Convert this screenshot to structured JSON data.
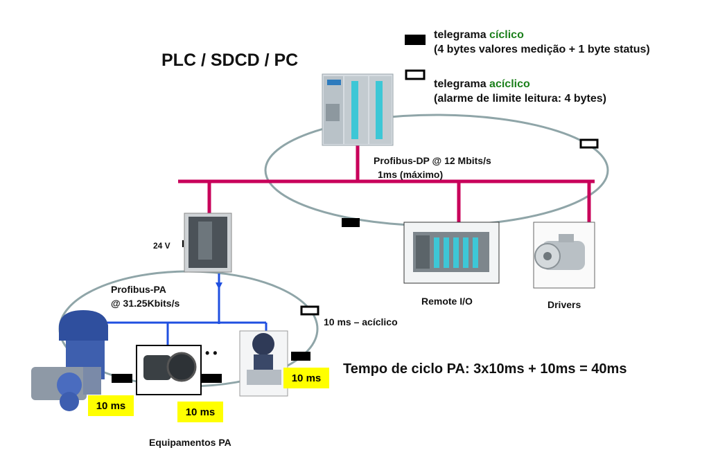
{
  "title": "PLC / SDCD / PC",
  "legend": {
    "cyclic_prefix": "telegrama ",
    "cyclic_word": "cíclico",
    "cyclic_detail": "(4 bytes valores medição + 1 byte status)",
    "acyclic_prefix": "telegrama ",
    "acyclic_word": "acíclico",
    "acyclic_detail": "(alarme de limite leitura: 4 bytes)"
  },
  "dp_bus": {
    "line1": "Profibus-DP @ 12 Mbits/s",
    "line2": "1ms  (máximo)"
  },
  "pa_bus": {
    "line1": "Profibus-PA",
    "line2": "@ 31.25Kbits/s"
  },
  "coupler_voltage": "24 V",
  "remote_io_label": "Remote I/O",
  "drivers_label": "Drivers",
  "acyclic_time": "10 ms – acíclico",
  "cycle_time": "Tempo de ciclo PA: 3x10ms + 10ms = 40ms",
  "device_times": [
    "10 ms",
    "10 ms",
    "10 ms"
  ],
  "devices_label": "Equipamentos PA",
  "ellipsis": "• •",
  "colors": {
    "dp_bus": "#c8005a",
    "pa_bus": "#1f4fe0",
    "ring": "#8fa5a8",
    "highlight": "#ffff00",
    "accent_green": "#1a7f1a"
  }
}
